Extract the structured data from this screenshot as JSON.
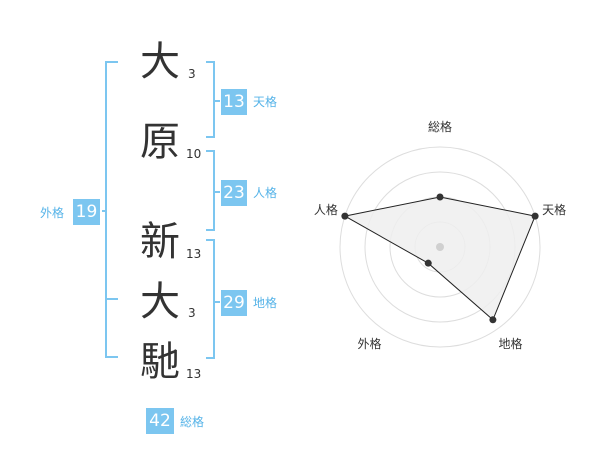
{
  "name": {
    "chars": [
      {
        "char": "大",
        "strokes": "3"
      },
      {
        "char": "原",
        "strokes": "10"
      },
      {
        "char": "新",
        "strokes": "13"
      },
      {
        "char": "大",
        "strokes": "3"
      },
      {
        "char": "馳",
        "strokes": "13"
      }
    ]
  },
  "fortunes": {
    "tenkaku": {
      "value": "13",
      "label": "天格"
    },
    "jinkaku": {
      "value": "23",
      "label": "人格"
    },
    "chikaku": {
      "value": "29",
      "label": "地格"
    },
    "gaikaku": {
      "value": "19",
      "label": "外格"
    },
    "soukaku": {
      "value": "42",
      "label": "総格"
    }
  },
  "colors": {
    "accent": "#7cc6f0",
    "accent_text": "#55b3e8",
    "text": "#333333",
    "grid": "#dddddd",
    "fill": "#eeeeee"
  },
  "chart_data": {
    "type": "radar",
    "axes": [
      "総格",
      "天格",
      "地格",
      "外格",
      "人格"
    ],
    "values": [
      0.5,
      1.0,
      0.9,
      0.2,
      1.0
    ],
    "rings": 4,
    "max": 1.0
  }
}
